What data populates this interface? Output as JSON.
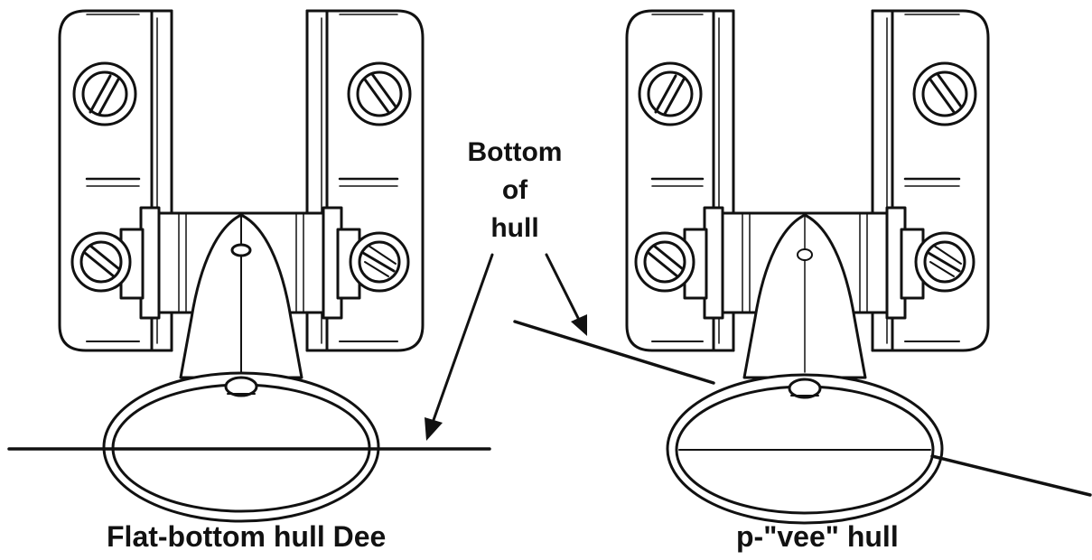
{
  "callout": {
    "line1": "Bottom",
    "line2": "of",
    "line3": "hull"
  },
  "captions": {
    "left": "Flat-bottom hull Dee",
    "right": "p-\"vee\" hull"
  },
  "colors": {
    "ink": "#111111",
    "paper": "#ffffff"
  }
}
